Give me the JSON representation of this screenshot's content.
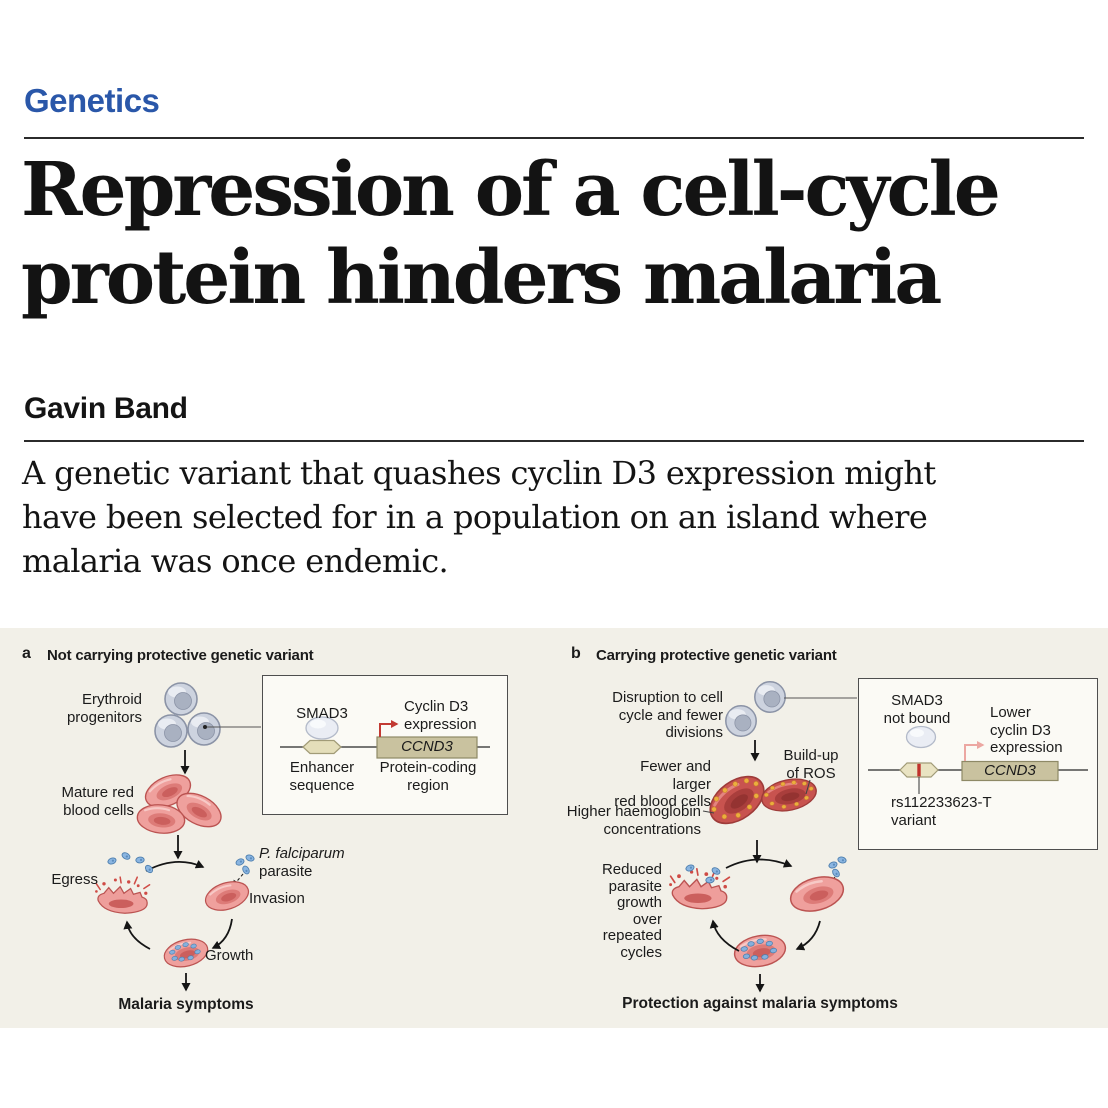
{
  "kicker": "Genetics",
  "headline": {
    "line1": "Repression of a cell-cycle",
    "line2": "protein hinders malaria"
  },
  "byline": "Gavin Band",
  "standfirst": {
    "line1": "A genetic variant that quashes cyclin D3 expression might",
    "line2": "have been selected for in a population on an island where",
    "line3": "malaria was once endemic."
  },
  "figure": {
    "panel_a": {
      "label": "a",
      "title": "Not carrying protective genetic variant",
      "erythroid": "Erythroid\nprogenitors",
      "mature": "Mature red\nblood cells",
      "egress": "Egress",
      "species": "P. falciparum",
      "species_word": "parasite",
      "invasion": "Invasion",
      "growth": "Growth",
      "outcome": "Malaria symptoms",
      "inset": {
        "smad3": "SMAD3",
        "cyclin": "Cyclin D3\nexpression",
        "gene": "CCND3",
        "enhancer": "Enhancer\nsequence",
        "coding": "Protein-coding\nregion"
      }
    },
    "panel_b": {
      "label": "b",
      "title": "Carrying protective genetic variant",
      "disruption": "Disruption to cell\ncycle and fewer\ndivisions",
      "fewer": "Fewer and larger\nred blood cells",
      "ros": "Build-up\nof ROS",
      "haemoglobin": "Higher haemoglobin\nconcentrations",
      "reduced": "Reduced\nparasite\ngrowth over\nrepeated\ncycles",
      "outcome": "Protection against malaria symptoms",
      "inset": {
        "smad3": "SMAD3\nnot bound",
        "cyclin": "Lower\ncyclin D3\nexpression",
        "gene": "CCND3",
        "variant": "rs112233623-T\nvariant"
      }
    },
    "colors": {
      "figure_background": "#f2f0e8",
      "kicker_blue": "#2a57a9",
      "red_blood_cell": "#efa09d",
      "red_blood_cell_outline": "#bb5351",
      "ros_cell": "#c8534f",
      "ros_dot_orange": "#ecae3e",
      "grey_progenitor_cell": "#cdd3df",
      "parasite_blue": "#8ab5e1",
      "gene_box_tan": "#c9c29f",
      "enhancer_tan": "#e4deba",
      "transcription_arrow_red": "#c23a33",
      "transcription_arrow_pink": "#eca7a2"
    }
  }
}
